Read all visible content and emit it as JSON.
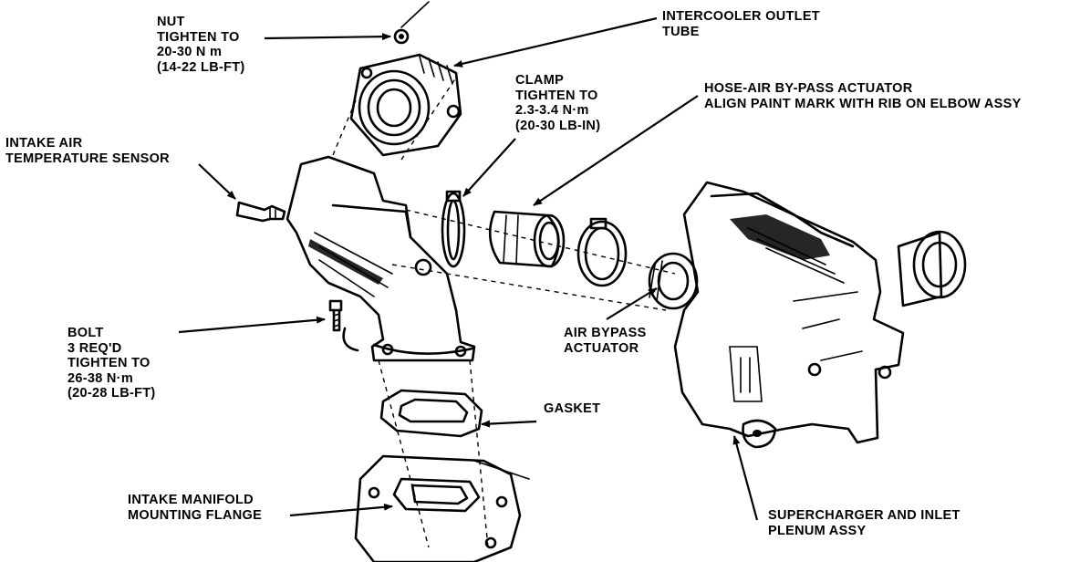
{
  "labels": {
    "nut": [
      "NUT",
      "TIGHTEN TO",
      "20-30 N m",
      "(14-22 LB-FT)"
    ],
    "intercooler": [
      "INTERCOOLER OUTLET",
      "TUBE"
    ],
    "clamp": [
      "CLAMP",
      "TIGHTEN TO",
      "2.3-3.4 N·m",
      "(20-30 LB-IN)"
    ],
    "hose": [
      "HOSE-AIR BY-PASS ACTUATOR",
      "ALIGN PAINT MARK WITH RIB ON ELBOW ASSY"
    ],
    "sensor": [
      "INTAKE AIR",
      "TEMPERATURE SENSOR"
    ],
    "bolt": [
      "BOLT",
      "3 REQ'D",
      "TIGHTEN TO",
      "26-38 N·m",
      "(20-28 LB-FT)"
    ],
    "actuator": [
      "AIR BYPASS",
      "ACTUATOR"
    ],
    "gasket": [
      "GASKET"
    ],
    "flange": [
      "INTAKE MANIFOLD",
      "MOUNTING FLANGE"
    ],
    "supercharger": [
      "SUPERCHARGER AND INLET",
      "PLENUM ASSY"
    ]
  }
}
